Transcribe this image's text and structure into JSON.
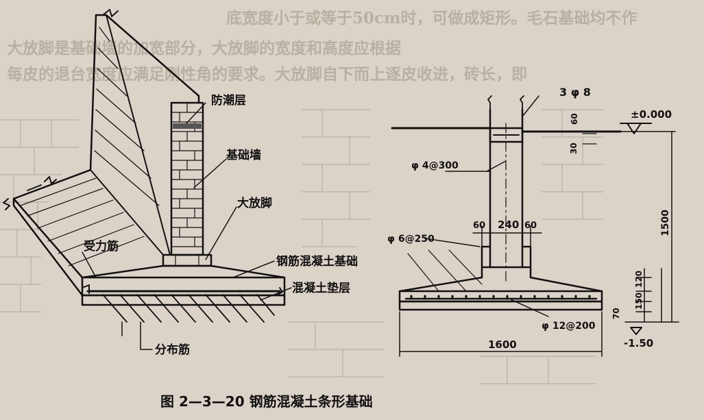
{
  "figure_caption": "图 2—3—20  钢筋混凝土条形基础",
  "left_labels": {
    "moisture_layer": "防潮层",
    "foundation_wall": "基础墙",
    "footing_step": "大放脚",
    "main_rebar": "受力筋",
    "rc_foundation": "钢筋混凝土基础",
    "concrete_cushion": "混凝土垫层",
    "distribution_rebar": "分布筋"
  },
  "right_labels": {
    "ring_beam_rebar": "3 φ 8",
    "elevation_top": "±0.000",
    "stirrup": "φ 4@300",
    "dist_rebar": "φ 6@250",
    "main_rebar": "φ 12@200",
    "elevation_bottom": "-1.50"
  },
  "dimensions": {
    "beam_height": "60",
    "beam_offset": "30",
    "wall_width": "240",
    "left_offset": "60",
    "right_offset": "60",
    "depth": "1500",
    "footing_slope": "120",
    "footing_edge": "150",
    "cushion": "70",
    "base_width": "1600"
  },
  "background_text": {
    "line1": "底宽度小于或等于50cm时，可做成矩形。毛石基础均不作",
    "line2": "大放脚是基础墙的加宽部分，大放脚的宽度和高度应根据",
    "line3": "每皮的退台宽度应满足刚性角的要求。大放脚自下而上逐皮收进，砖长，即"
  }
}
